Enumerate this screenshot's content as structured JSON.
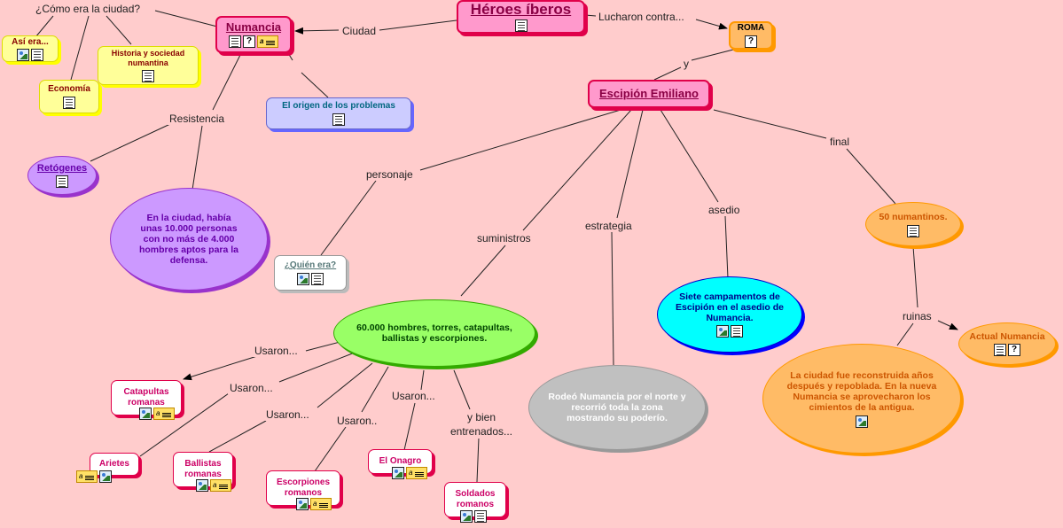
{
  "nodes": {
    "heroes": "Héroes íberos",
    "numancia": "Numancia",
    "roma": "ROMA",
    "escipion": "Escipión Emiliano",
    "asi_era": "Así era...",
    "historia": "Historia y sociedad numantina",
    "economia": "Economía",
    "origen": "El origen de los problemas",
    "retogenes": "Retógenes",
    "ciudad_personas": "En la ciudad, había unas 10.000 personas con no más de 4.000 hombres aptos para la defensa.",
    "quien_era": "¿Quién era?",
    "hombres": "60.000 hombres, torres, catapultas, ballistas y escorpiones.",
    "rodeo": "Rodeó Numancia por el norte y recorrió toda la zona mostrando su poderío.",
    "campamentos": "Siete campamentos de Escipión en el asedio de Numancia.",
    "numantinos": "50 numantinos.",
    "actual": "Actual Numancia",
    "reconstruida": "La ciudad fue reconstruida años después y repoblada. En la nueva Numancia se aprovecharon los cimientos de la antigua.",
    "catapultas": "Catapultas romanas",
    "arietes": "Arietes",
    "ballistas": "Ballistas romanas",
    "escorpiones": "Escorpiones romanos",
    "onagro": "El Onagro",
    "soldados": "Soldados romanos"
  },
  "links": {
    "como_era": "¿Cómo era la ciudad?",
    "ciudad": "Ciudad",
    "lucharon": "Lucharon contra...",
    "y": "y",
    "resistencia": "Resistencia",
    "personaje": "personaje",
    "suministros": "suministros",
    "estrategia": "estrategia",
    "asedio": "asedio",
    "final": "final",
    "ruinas": "ruinas",
    "usaron1": "Usaron...",
    "usaron2": "Usaron...",
    "usaron3": "Usaron...",
    "usaron4": "Usaron..",
    "usaron5": "Usaron...",
    "bien_entrenados": "y bien entrenados...",
    "note_glyph": "a"
  },
  "colors": {
    "background": "#ffcccc",
    "pink_node": "#ff99cc",
    "yellow_node": "#ffff99",
    "orange_node": "#ffbb66",
    "lilac_node": "#ccccff",
    "purple_node": "#cc99ff",
    "green_node": "#99ff66",
    "gray_node": "#c0c0c0",
    "cyan_node": "#00ffff",
    "white_node": "#ffffff"
  }
}
